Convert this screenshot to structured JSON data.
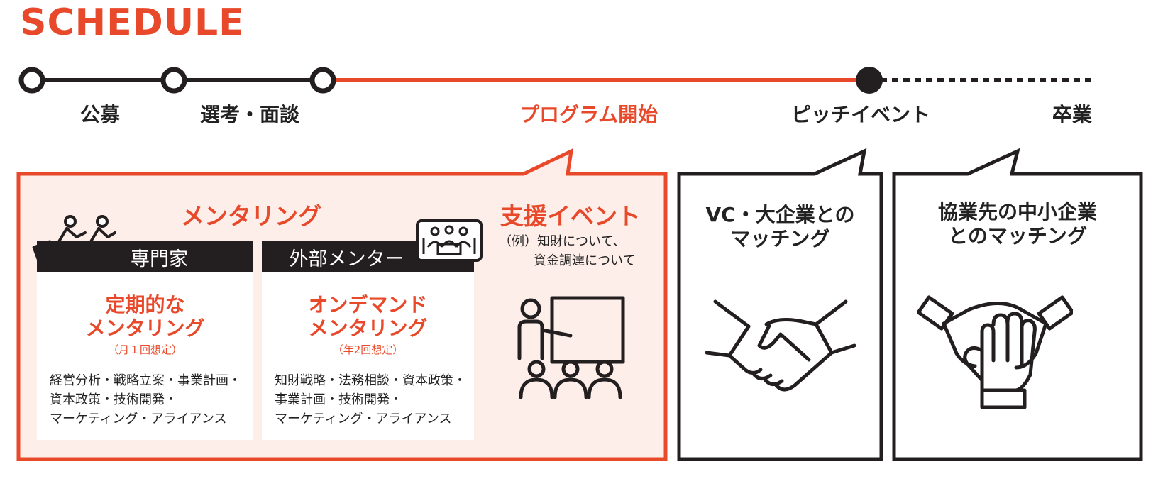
{
  "title": "SCHEDULE",
  "timeline": {
    "stages": [
      {
        "label": "公募"
      },
      {
        "label": "選考・面談"
      },
      {
        "label": "プログラム開始"
      },
      {
        "label": "ピッチイベント"
      },
      {
        "label": "卒業"
      }
    ],
    "colors": {
      "dark": "#231f20",
      "accent": "#e8492a"
    }
  },
  "program": {
    "mentoring_title": "メンタリング",
    "cards": [
      {
        "bar_label": "専門家",
        "heading_line1": "定期的な",
        "heading_line2": "メンタリング",
        "note": "（月１回想定）",
        "body": [
          "経営分析・戦略立案・事業計画・",
          "資本政策・技術開発・",
          "マーケティング・アライアンス"
        ],
        "icon": "running-people-icon"
      },
      {
        "bar_label": "外部メンター",
        "heading_line1": "オンデマンド",
        "heading_line2": "メンタリング",
        "note": "（年2回想定）",
        "body": [
          "知財戦略・法務相談・資本政策・",
          "事業計画・技術開発・",
          "マーケティング・アライアンス"
        ],
        "icon": "video-meeting-icon"
      }
    ],
    "support": {
      "title": "支援イベント",
      "example_line1": "（例）知財について、",
      "example_line2": "資金調達について",
      "icon": "presentation-icon"
    }
  },
  "pitch": {
    "line1": "VC・大企業との",
    "line2": "マッチング",
    "icon": "handshake-icon"
  },
  "graduation": {
    "line1": "協業先の中小企業",
    "line2": "とのマッチング",
    "icon": "stacked-hands-icon"
  }
}
